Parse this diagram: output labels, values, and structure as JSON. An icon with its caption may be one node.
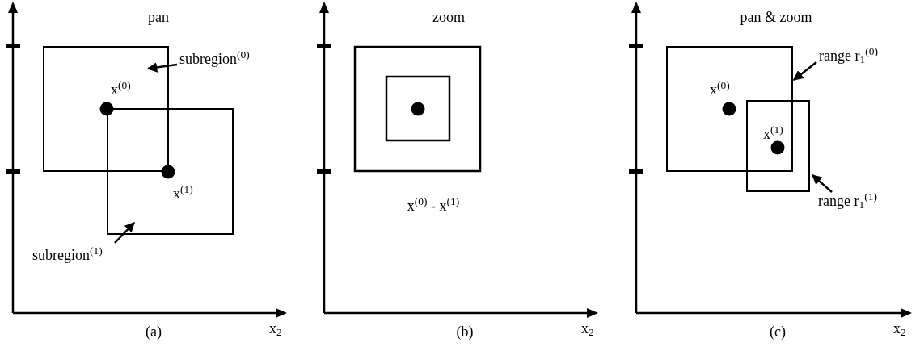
{
  "diagram": {
    "nodes": [
      {
        "text": [],
        "shape": "box"
      },
      {
        "text": [],
        "shape": "box"
      },
      {
        "text": [
          "subregion$^{(0)}$"
        ]
      },
      {
        "text": [
          "subregion$^{(1)}$"
        ]
      },
      {
        "text": [],
        "shape": "box"
      },
      {
        "text": [],
        "shape": "box"
      },
      {
        "text": [
          "range r$_{1}$$^{(0)}$"
        ]
      },
      {
        "text": [
          "range r$_{1}$$^{(1)}$"
        ]
      }
    ],
    "edges": [
      {
        "from": 2,
        "to": 0,
        "arrow": "to"
      },
      {
        "from": 3,
        "to": 1,
        "arrow": "to"
      },
      {
        "from": 6,
        "to": 4,
        "arrow": "to"
      },
      {
        "from": 7,
        "to": 5,
        "arrow": "to"
      }
    ],
    "labels": [
      "pan",
      "x$^{(0)}$",
      "x$^{(1)}$",
      "x$_{2}$",
      "(a)",
      "zoom",
      "x$^{(0)}$ - x$^{(1)}$",
      "x$_{2}$",
      "(b)",
      "pan & zoom",
      "x$^{(0)}$",
      "x$^{(1)}$",
      "x$_{2}$",
      "(c)"
    ]
  }
}
